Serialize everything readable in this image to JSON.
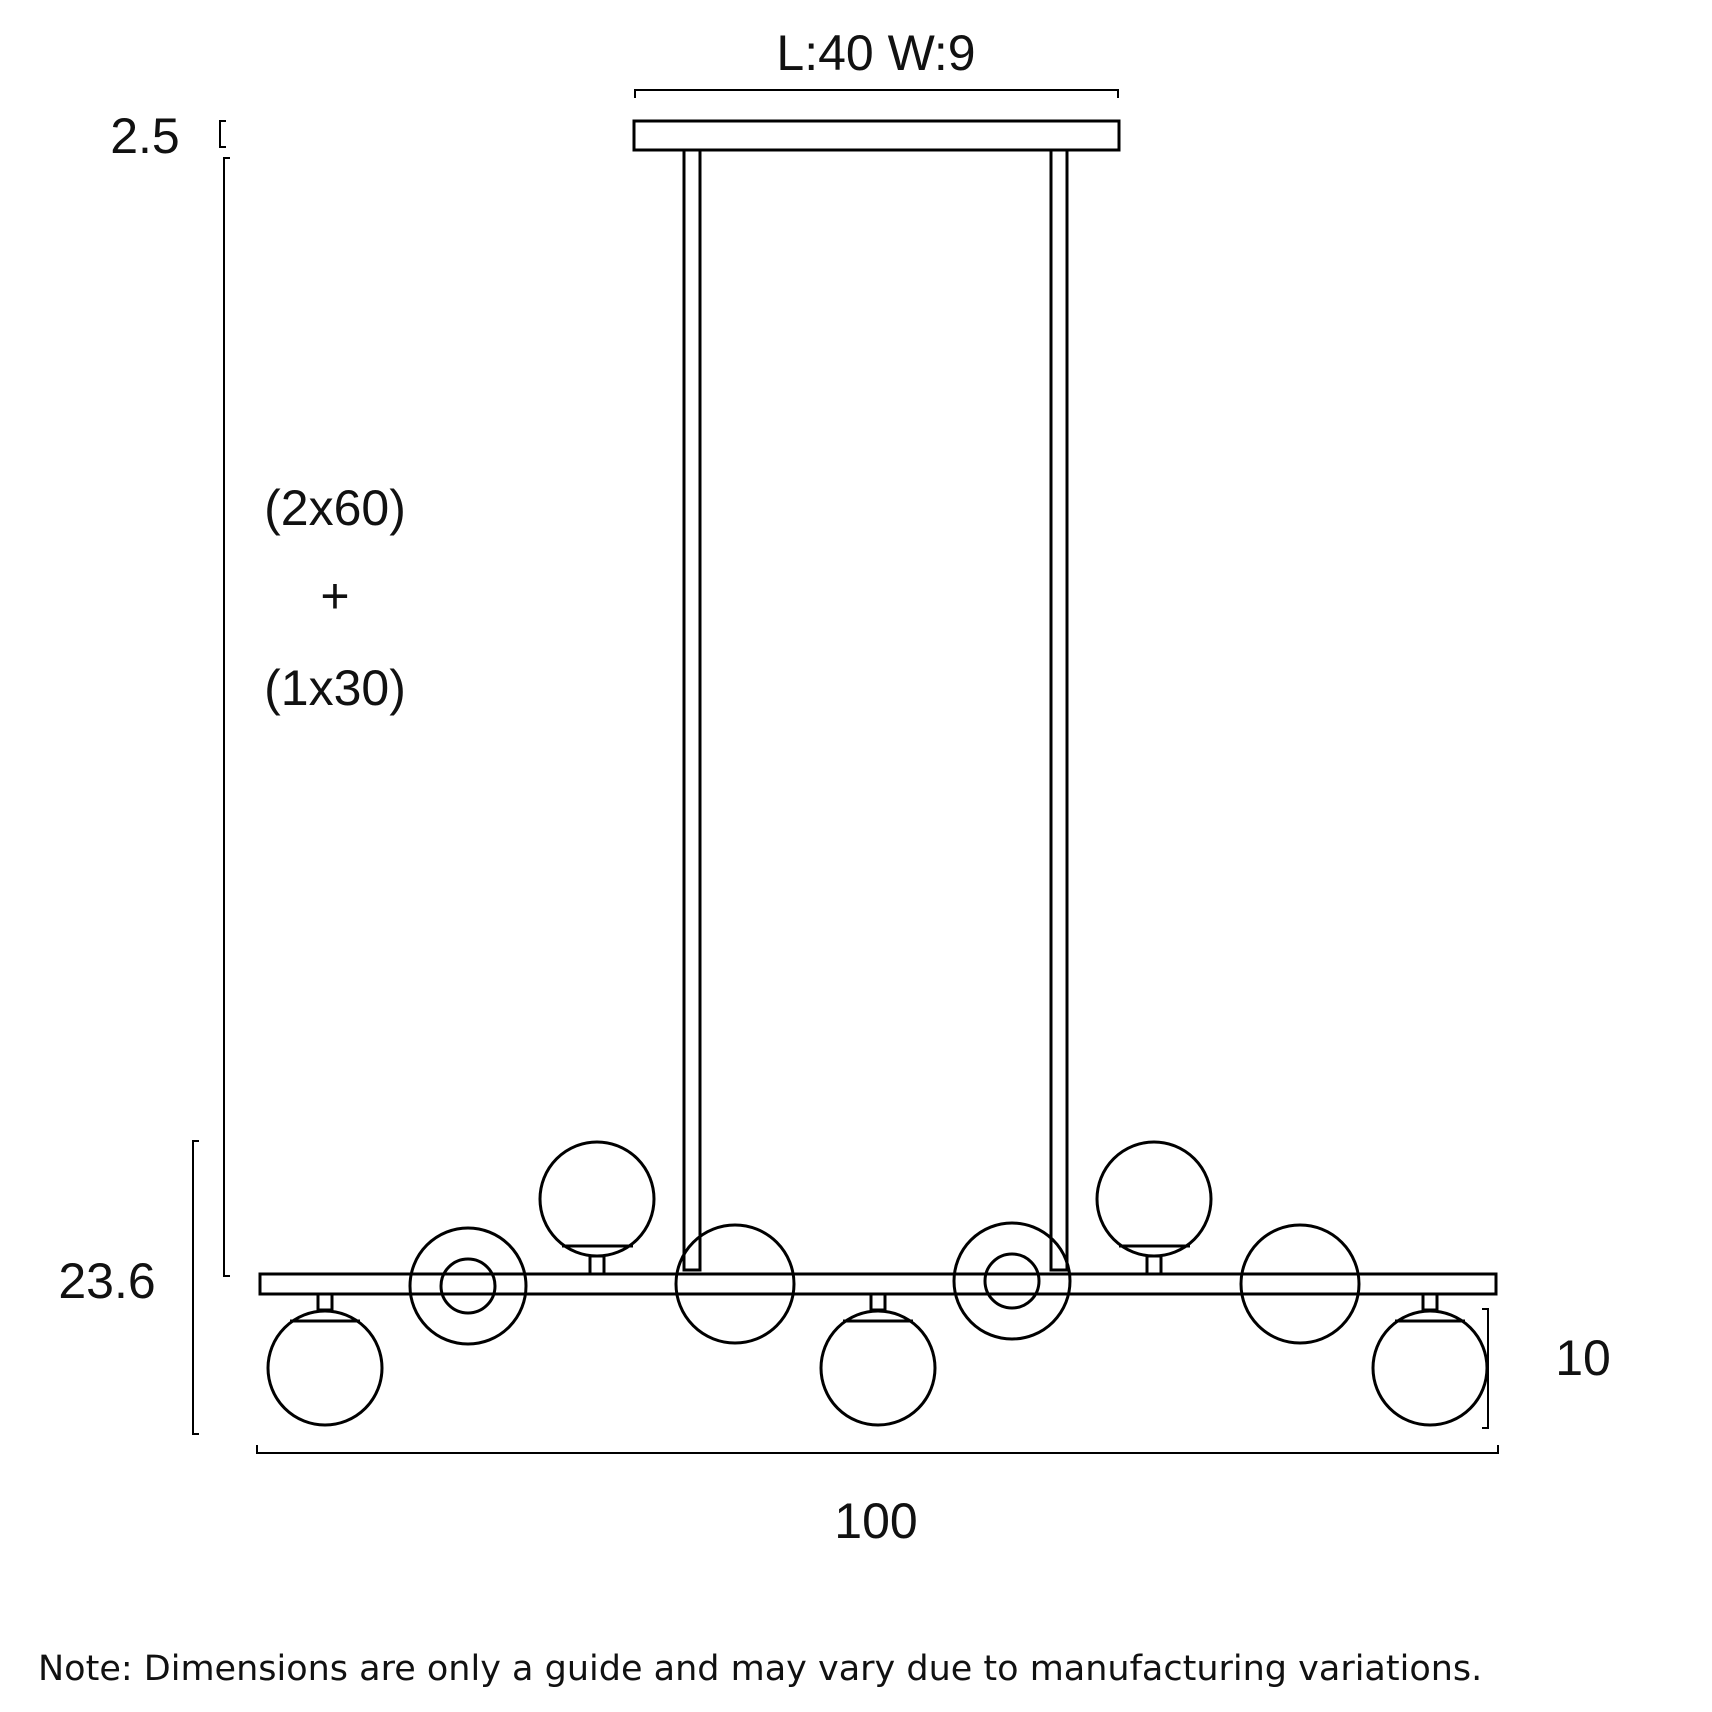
{
  "dimensions": {
    "canopy": "L:40 W:9",
    "canopy_height": "2.5",
    "cable_line1": "(2x60)",
    "cable_line2": "+",
    "cable_line3": "(1x30)",
    "body_height": "23.6",
    "globe_height": "10",
    "overall_length": "100"
  },
  "note": "Note: Dimensions are only a guide and may vary due to manufacturing variations.",
  "colors": {
    "line": "#000000",
    "background": "#ffffff"
  }
}
